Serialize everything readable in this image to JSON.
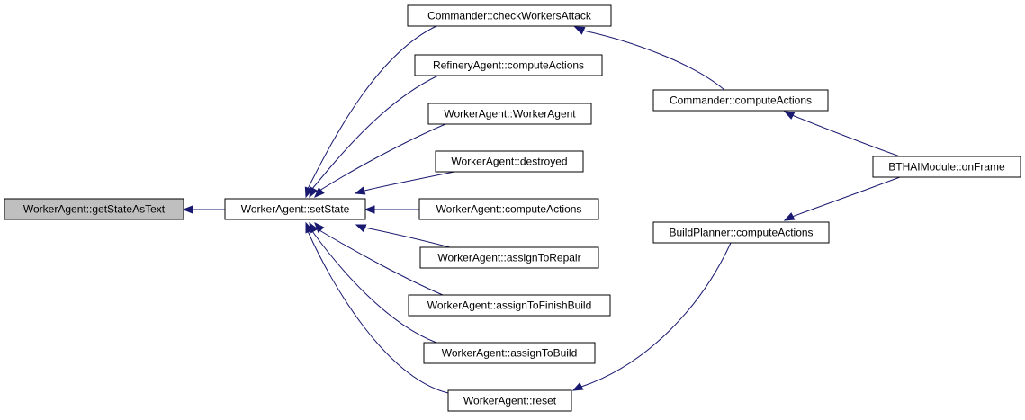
{
  "diagram": {
    "type": "call-graph",
    "colors": {
      "edge": "#191970",
      "node_border": "#000000",
      "node_fill": "#ffffff",
      "focus_fill": "#bfbfbf",
      "text": "#000000"
    },
    "nodes": [
      {
        "id": "getStateAsText",
        "label": "WorkerAgent::getStateAsText",
        "focus": true
      },
      {
        "id": "setState",
        "label": "WorkerAgent::setState"
      },
      {
        "id": "checkWorkersAttack",
        "label": "Commander::checkWorkersAttack"
      },
      {
        "id": "refineryCompute",
        "label": "RefineryAgent::computeActions"
      },
      {
        "id": "workerCtor",
        "label": "WorkerAgent::WorkerAgent"
      },
      {
        "id": "destroyed",
        "label": "WorkerAgent::destroyed"
      },
      {
        "id": "workerCompute",
        "label": "WorkerAgent::computeActions"
      },
      {
        "id": "assignToRepair",
        "label": "WorkerAgent::assignToRepair"
      },
      {
        "id": "assignToFinishBuild",
        "label": "WorkerAgent::assignToFinishBuild"
      },
      {
        "id": "assignToBuild",
        "label": "WorkerAgent::assignToBuild"
      },
      {
        "id": "reset",
        "label": "WorkerAgent::reset"
      },
      {
        "id": "commanderCompute",
        "label": "Commander::computeActions"
      },
      {
        "id": "buildPlannerCompute",
        "label": "BuildPlanner::computeActions"
      },
      {
        "id": "onFrame",
        "label": "BTHAIModule::onFrame"
      }
    ],
    "edges": [
      {
        "from": "setState",
        "to": "getStateAsText"
      },
      {
        "from": "checkWorkersAttack",
        "to": "setState"
      },
      {
        "from": "refineryCompute",
        "to": "setState"
      },
      {
        "from": "workerCtor",
        "to": "setState"
      },
      {
        "from": "destroyed",
        "to": "setState"
      },
      {
        "from": "workerCompute",
        "to": "setState"
      },
      {
        "from": "assignToRepair",
        "to": "setState"
      },
      {
        "from": "assignToFinishBuild",
        "to": "setState"
      },
      {
        "from": "assignToBuild",
        "to": "setState"
      },
      {
        "from": "reset",
        "to": "setState"
      },
      {
        "from": "commanderCompute",
        "to": "checkWorkersAttack"
      },
      {
        "from": "buildPlannerCompute",
        "to": "reset"
      },
      {
        "from": "onFrame",
        "to": "commanderCompute"
      },
      {
        "from": "onFrame",
        "to": "buildPlannerCompute"
      }
    ]
  }
}
